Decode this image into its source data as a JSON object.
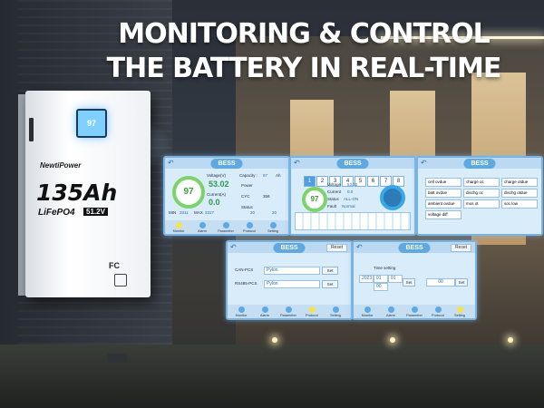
{
  "headline": {
    "line1": "MONITORING & CONTROL",
    "line2": "THE BATTERY IN REAL-TIME"
  },
  "battery": {
    "screen_value": "97",
    "brand": "NewtiPower",
    "capacity": "135Ah",
    "chemistry": "LiFePO4",
    "voltage": "51.2V",
    "cert": "FC"
  },
  "panel_main": {
    "title": "BESS",
    "soc": "97",
    "voltage_label": "Voltage(V)",
    "voltage_value": "53.02",
    "current_label": "Current(A)",
    "current_value": "0.0",
    "capacity_label": "Capacity :",
    "capacity_value": "97",
    "capacity_unit": "Ah",
    "power_label": "Power",
    "cycle_label": "CYC",
    "cycle_value": "356",
    "status_label": "Status",
    "minv_label": "MIN",
    "minv_value": "3311",
    "maxv_label": "MAX",
    "maxv_value": "3317",
    "mint_value": "20",
    "maxt_value": "20",
    "nav": [
      "Monitor",
      "Alarm",
      "Parameter",
      "Protocol",
      "Setting"
    ]
  },
  "panel_cells": {
    "title": "BESS",
    "tabs": [
      "1",
      "2",
      "3",
      "4",
      "5",
      "6",
      "7",
      "8"
    ],
    "active_tab": "1",
    "soc": "97",
    "voltage_label": "Voltage",
    "voltage_value": "53.02",
    "current_label": "Current",
    "current_value": "0.0",
    "status_label": "Status",
    "status_value": "ALL-ON",
    "fault_label": "Fault",
    "fault_value": "Normal"
  },
  "panel_alarms": {
    "title": "BESS",
    "flags": [
      "cell ovdue",
      "charge oc",
      "charge otdue",
      "batt ovdue",
      "dischg oc",
      "dischg otdue",
      "ambient ovdue",
      "mos ot",
      "soc low",
      "voltage diff"
    ]
  },
  "panel_protocol": {
    "title": "BESS",
    "reset": "Reset",
    "rows": [
      {
        "label": "CAN-PCS",
        "value": "Pylon",
        "button": "Set"
      },
      {
        "label": "RS485-PCS",
        "value": "Pylon",
        "button": "Set"
      }
    ],
    "nav": [
      "Monitor",
      "Alarm",
      "Parameter",
      "Protocol",
      "Setting"
    ]
  },
  "panel_time": {
    "title": "BESS",
    "reset": "Reset",
    "label": "Time setting",
    "fields": [
      "2023",
      "01",
      "01",
      "00"
    ],
    "minute": "00",
    "set1": "Set",
    "set2": "Set",
    "nav": [
      "Monitor",
      "Alarm",
      "Parameter",
      "Protocol",
      "Setting"
    ]
  }
}
